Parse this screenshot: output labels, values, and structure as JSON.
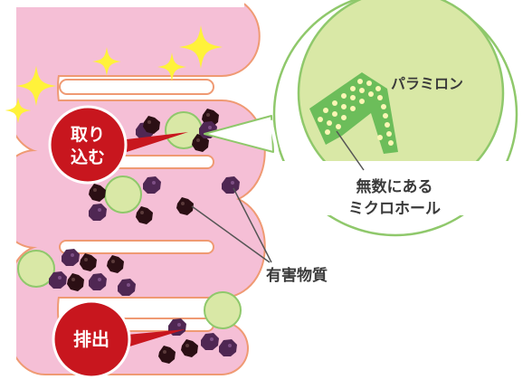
{
  "labels": {
    "take_in": [
      "取り",
      "込む"
    ],
    "excrete": "排出",
    "harmful_substances": "有害物質",
    "paramylon": "パラミロン",
    "micro_holes": [
      "無数にある",
      "ミクロホール"
    ]
  },
  "colors": {
    "intestine_fill": "#f5bfd6",
    "intestine_outline": "#ef9a73",
    "paramylon_fill": "#d9e8a6",
    "paramylon_outline": "#8fc86b",
    "hole_dots": "#fbf6b4",
    "hole_region": "#6cbd5a",
    "badge_red": "#c8161e",
    "particle_dark": "#2b0f14",
    "particle_purple": "#5a2a5e",
    "sparkle": "#fff23a"
  }
}
